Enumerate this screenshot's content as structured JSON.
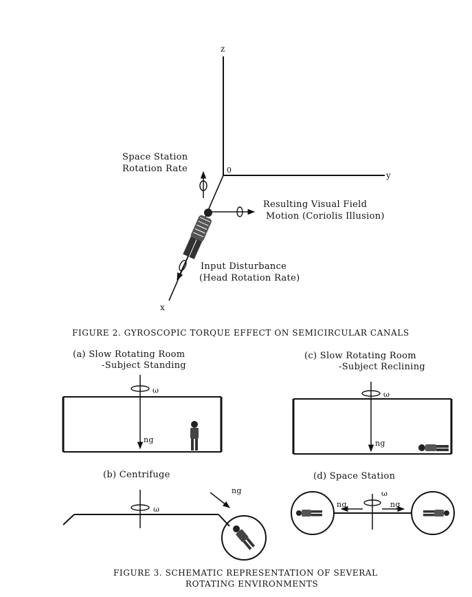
{
  "fig2": {
    "axis_z": "z",
    "axis_y": "y",
    "axis_x": "x",
    "origin": "0",
    "station_rate_1": "Space Station",
    "station_rate_2": "Rotation Rate",
    "visual_1": "Resulting Visual Field",
    "visual_2": "Motion (Coriolis Illusion)",
    "input_1": "Input Disturbance",
    "input_2": "(Head Rotation Rate)",
    "caption": "FIGURE 2.  GYROSCOPIC TORQUE EFFECT ON SEMICIRCULAR CANALS"
  },
  "fig3": {
    "a_1": "(a)  Slow Rotating Room",
    "a_2": "-Subject Standing",
    "b": "(b)  Centrifuge",
    "c_1": "(c)  Slow Rotating Room",
    "c_2": "-Subject Reclining",
    "d": "(d)  Space Station",
    "omega": "ω",
    "ng": "ng",
    "caption_1": "FIGURE 3.  SCHEMATIC REPRESENTATION OF SEVERAL",
    "caption_2": "ROTATING ENVIRONMENTS"
  }
}
